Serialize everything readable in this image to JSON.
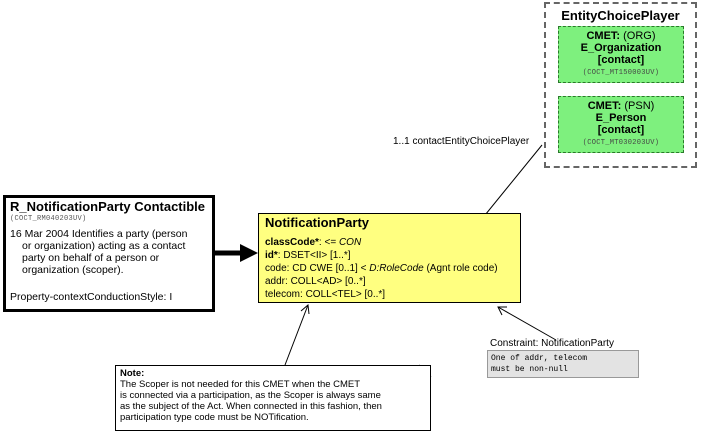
{
  "entity_choice": {
    "title": "EntityChoicePlayer",
    "items": [
      {
        "prefix": "CMET:",
        "kind": " (ORG)",
        "name": "E_Organization",
        "qualifier": "[contact]",
        "code": "(COCT_MT150003UV)"
      },
      {
        "prefix": "CMET:",
        "kind": " (PSN)",
        "name": "E_Person",
        "qualifier": "[contact]",
        "code": "(COCT_MT030203UV)"
      }
    ]
  },
  "edge_label": "1..1 contactEntityChoicePlayer",
  "r_party": {
    "title": "R_NotificationParty Contactible",
    "code": "(COCT_RM040203UV)",
    "desc_lines": [
      "16 Mar 2004 Identifies a party (person",
      "or organization) acting as a contact",
      "party on behalf of a person or",
      "organization (scoper)."
    ],
    "style": "Property-contextConductionStyle: I"
  },
  "party_class": {
    "title": "NotificationParty",
    "attr1_name": "classCode*",
    "attr1_rest": ": <= ",
    "attr1_value": "CON",
    "attr2_name": "id*",
    "attr2_rest": ": DSET<II> [1..*]",
    "attr3_a": "code: CD CWE [0..1] < ",
    "attr3_b": "D:RoleCode",
    "attr3_c": " (Agnt role code)",
    "attr4": "addr: COLL<AD> [0..*]",
    "attr5": "telecom: COLL<TEL> [0..*]"
  },
  "note": {
    "heading": "Note:",
    "lines": [
      "The Scoper is not needed for this CMET when the CMET",
      "is connected via a participation, as the Scoper is always same",
      "as the subject of the Act. When connected in this fashion,  then",
      "participation type code must be NOTification."
    ]
  },
  "constraint": {
    "label": "Constraint: NotificationParty",
    "lines": [
      "One of addr, telecom",
      "must be non-null"
    ]
  }
}
